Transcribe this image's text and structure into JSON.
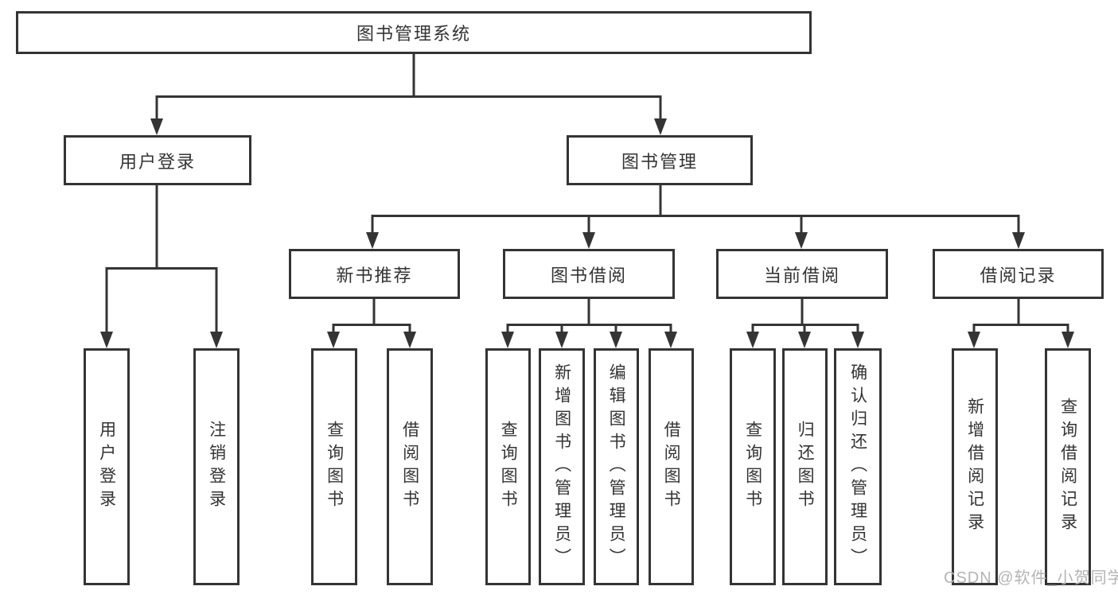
{
  "diagram": {
    "title": "图书管理系统",
    "branches": [
      {
        "label": "用户登录",
        "children": [
          {
            "label": "用户登录"
          },
          {
            "label": "注销登录"
          }
        ]
      },
      {
        "label": "图书管理",
        "children": [
          {
            "label": "新书推荐",
            "children": [
              {
                "label": "查询图书"
              },
              {
                "label": "借阅图书"
              }
            ]
          },
          {
            "label": "图书借阅",
            "children": [
              {
                "label": "查询图书"
              },
              {
                "label": "新增图书（管理员）"
              },
              {
                "label": "编辑图书（管理员）"
              },
              {
                "label": "借阅图书"
              }
            ]
          },
          {
            "label": "当前借阅",
            "children": [
              {
                "label": "查询图书"
              },
              {
                "label": "归还图书"
              },
              {
                "label": "确认归还（管理员）"
              }
            ]
          },
          {
            "label": "借阅记录",
            "children": [
              {
                "label": "新增借阅记录"
              },
              {
                "label": "查询借阅记录"
              }
            ]
          }
        ]
      }
    ],
    "watermark": "CSDN @软件_小贺同学",
    "colors": {
      "line": "#343434",
      "text": "#333333",
      "watermark": "#b4b4b4",
      "background": "#ffffff"
    }
  }
}
